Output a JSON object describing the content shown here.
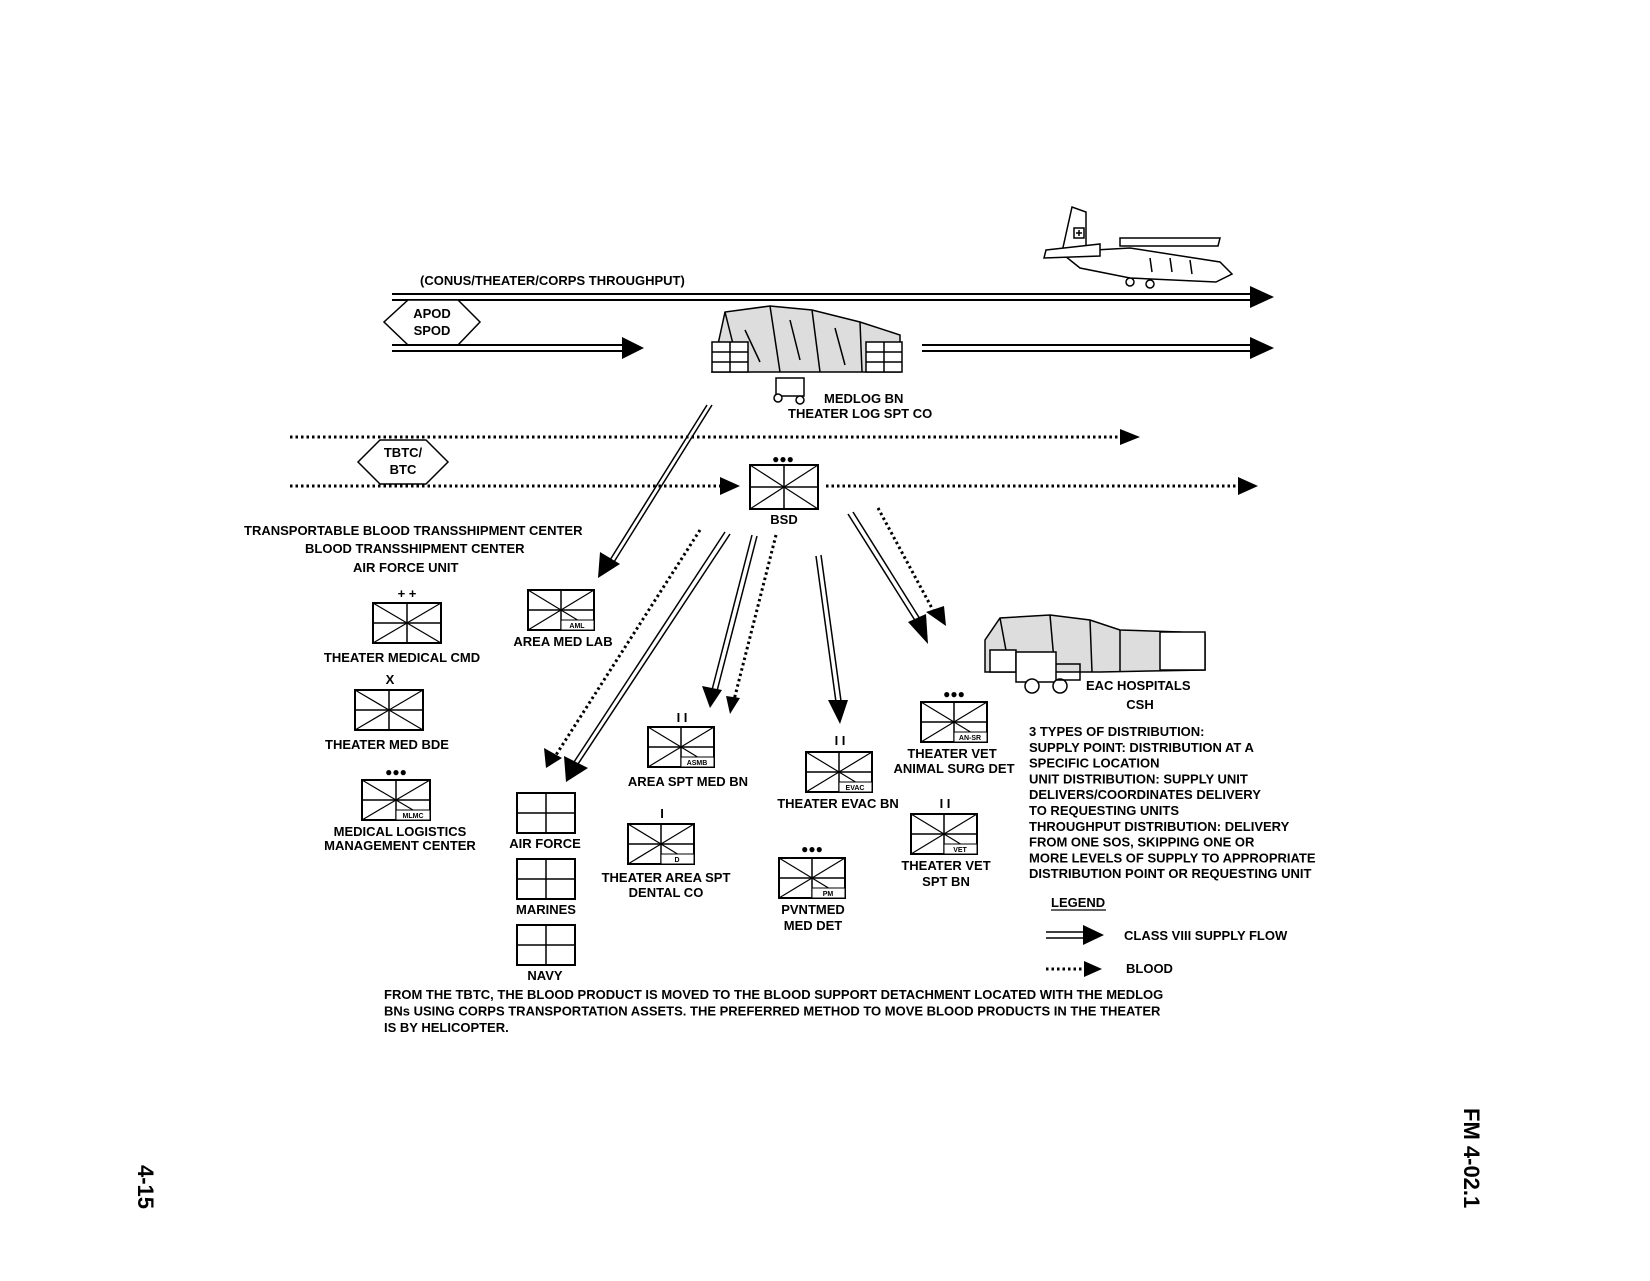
{
  "page": {
    "right_margin": "FM 4-02.1",
    "left_margin": "4-15"
  },
  "flow": {
    "throughput": "(CONUS/THEATER/CORPS THROUGHPUT)",
    "apod": "APOD",
    "spod": "SPOD",
    "tbtc": "TBTC/",
    "btc": "BTC"
  },
  "units": {
    "medlog_bn": "MEDLOG BN",
    "theater_log_spt_co": "THEATER LOG SPT CO",
    "bsd": "BSD",
    "tbtc_full": "TRANSPORTABLE BLOOD TRANSSHIPMENT CENTER",
    "btc_full": "BLOOD TRANSSHIPMENT CENTER",
    "air_force_unit": "AIR FORCE UNIT",
    "area_med_lab": "AREA MED LAB",
    "theater_medical_cmd": "THEATER MEDICAL CMD",
    "theater_med_bde": "THEATER MED BDE",
    "mlmc_line1": "MEDICAL LOGISTICS",
    "mlmc_line2": "MANAGEMENT CENTER",
    "air_force": "AIR FORCE",
    "marines": "MARINES",
    "navy": "NAVY",
    "area_spt_med_bn": "AREA SPT MED BN",
    "theater_area_spt_line1": "THEATER AREA SPT",
    "theater_area_spt_line2": "DENTAL CO",
    "theater_evac_bn": "THEATER EVAC BN",
    "pvntmed_line1": "PVNTMED",
    "pvntmed_line2": "MED DET",
    "theater_vet_line1": "THEATER VET",
    "theater_vet_line2": "ANIMAL SURG DET",
    "theater_vet_spt_line1": "THEATER VET",
    "theater_vet_spt_line2": "SPT BN",
    "eac_hospitals": "EAC HOSPITALS",
    "csh": "CSH"
  },
  "symbols": {
    "echelon_co": "●●●",
    "echelon_cmd": "+ +",
    "echelon_bde": "X",
    "echelon_bn": "I I",
    "echelon_cpy": "I",
    "aml": "AML",
    "mlmc": "MLMC",
    "asmb": "ASMB",
    "d": "D",
    "evac": "EVAC",
    "pm": "PM",
    "an_sr": "AN-SR",
    "vet": "VET"
  },
  "distribution": [
    "3 TYPES OF DISTRIBUTION:",
    "SUPPLY POINT: DISTRIBUTION AT A",
    "SPECIFIC LOCATION",
    "UNIT DISTRIBUTION: SUPPLY UNIT",
    "DELIVERS/COORDINATES DELIVERY",
    "TO REQUESTING UNITS",
    "THROUGHPUT DISTRIBUTION: DELIVERY",
    "FROM  ONE SOS, SKIPPING ONE OR",
    "MORE LEVELS OF SUPPLY TO APPROPRIATE",
    "DISTRIBUTION POINT OR REQUESTING UNIT"
  ],
  "legend": {
    "title": "LEGEND",
    "class8": "CLASS VIII SUPPLY FLOW",
    "blood": "BLOOD"
  },
  "note": [
    "FROM THE  TBTC, THE BLOOD PRODUCT IS MOVED TO THE BLOOD SUPPORT DETACHMENT LOCATED WITH THE MEDLOG",
    "BNs USING CORPS TRANSPORTATION ASSETS.  THE PREFERRED METHOD TO MOVE BLOOD PRODUCTS IN THE THEATER",
    "IS BY HELICOPTER."
  ]
}
